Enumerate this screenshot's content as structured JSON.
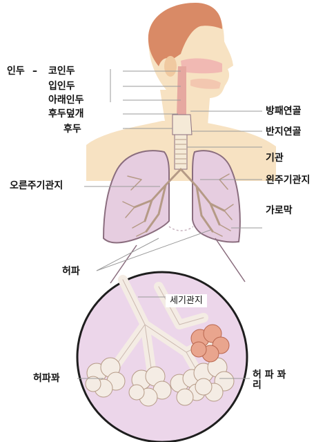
{
  "labels": {
    "pharynx": "인두",
    "dash": "–",
    "nasopharynx": "코인두",
    "oropharynx": "입인두",
    "laryngopharynx": "아래인두",
    "epiglottis": "후두덮개",
    "larynx": "후두",
    "thyroid_cartilage": "방패연골",
    "cricoid_cartilage": "반지연골",
    "trachea": "기관",
    "right_main_bronchus": "오른주기관지",
    "left_main_bronchus": "왼주기관지",
    "diaphragm": "가로막",
    "lung": "허파",
    "bronchiole": "세기관지",
    "alveolar_sac_left": "허파꽈",
    "alveolus_right": "허 파 꽈\n리"
  },
  "colors": {
    "skin": "#f7e2c2",
    "hair": "#d98a66",
    "lung_fill": "#e6cde0",
    "lung_outline": "#8a6d7e",
    "airway": "#f5ead7",
    "circle_fill": "#ecd6ea",
    "alveoli": "#f4ece4",
    "alveoli_pink": "#e9a58e",
    "nasal": "#f1b9b3"
  }
}
